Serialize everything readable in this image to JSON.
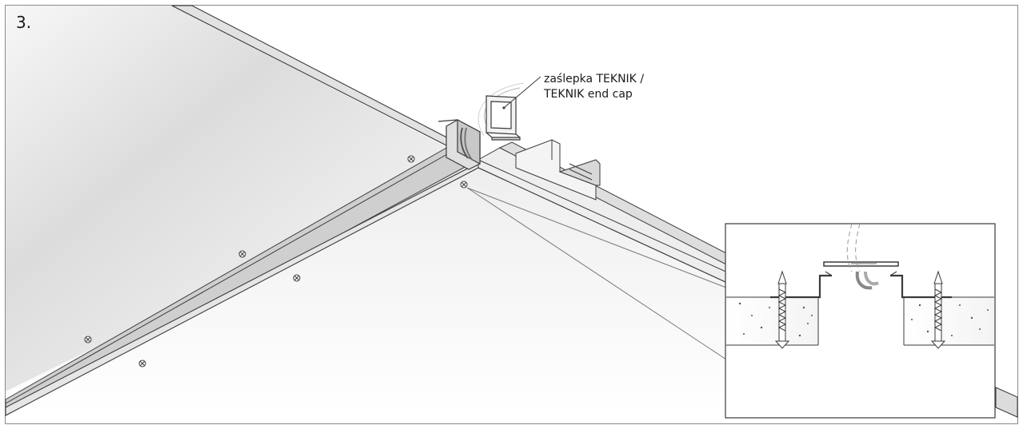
{
  "step_number": "3.",
  "callout": {
    "line1": "zaślepka TEKNIK /",
    "line2": "TEKNIK end cap"
  },
  "colors": {
    "line": "#3a3a3a",
    "profile_face": "#d4d4d4",
    "ceiling": "#e9e9e9",
    "background": "#ffffff"
  }
}
